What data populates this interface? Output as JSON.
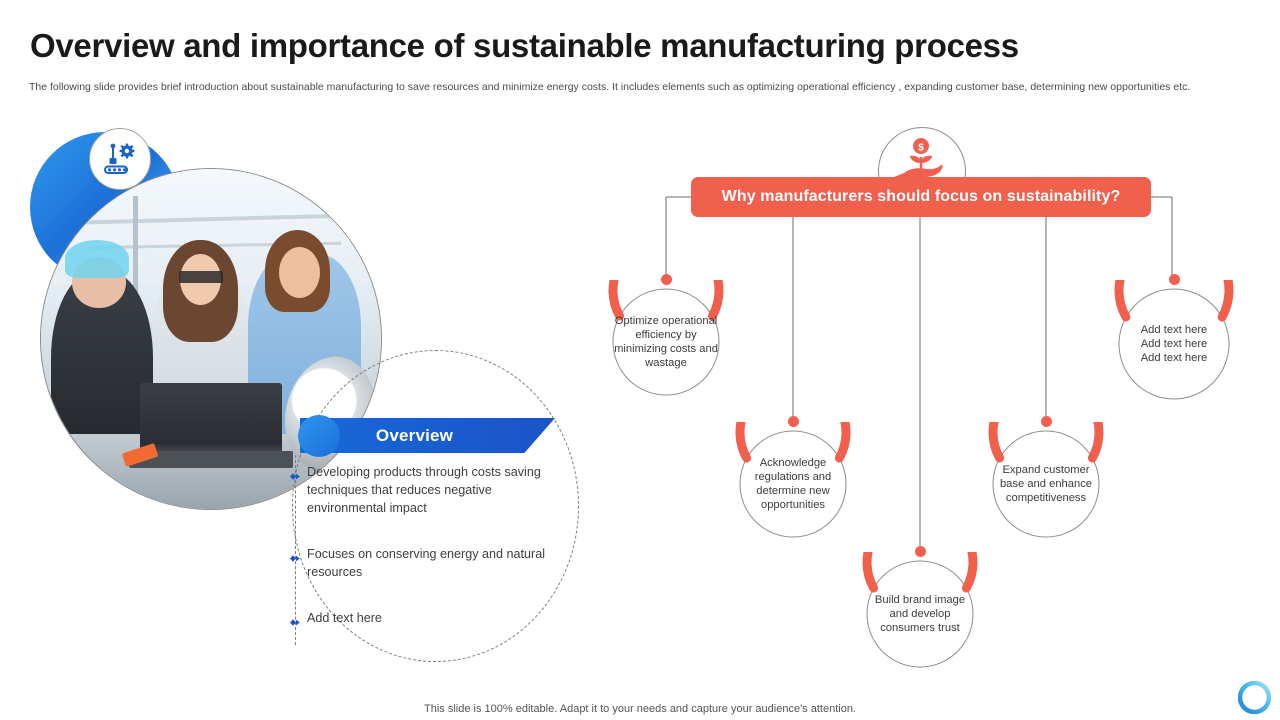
{
  "header": {
    "title": "Overview and importance of sustainable manufacturing process",
    "subtitle": "The following slide provides brief introduction about sustainable manufacturing to save resources and minimize energy costs. It includes elements such as optimizing operational efficiency , expanding customer base, determining new opportunities etc."
  },
  "left_panel": {
    "badge_icon": "robotic-arm-gear-icon",
    "photo_alt": "engineers-reviewing-laptop-in-factory",
    "overview": {
      "heading": "Overview",
      "items": [
        "Developing products through costs saving techniques that reduces negative environmental impact",
        "Focuses on conserving energy and natural resources",
        "Add text here"
      ]
    }
  },
  "diagram": {
    "top_icon": "hand-holding-plant-coin-icon",
    "banner": "Why manufacturers should focus on sustainability?",
    "nodes": [
      {
        "text": "Optimize operational efficiency by minimizing costs and wastage"
      },
      {
        "text": "Acknowledge regulations and determine new opportunities"
      },
      {
        "text": "Build brand image and develop consumers trust"
      },
      {
        "text": "Expand customer base and enhance competitiveness"
      },
      {
        "text": "Add text here\nAdd text here\nAdd text here"
      }
    ]
  },
  "footer": {
    "note": "This slide is 100% editable. Adapt it to your needs and capture your audience's attention.",
    "logo": "blue-ring-logo"
  },
  "colors": {
    "accent_orange": "#f0604d",
    "accent_blue": "#1668d8",
    "light_blue": "#6fd5f5",
    "text_dark": "#3c3c3c",
    "line_gray": "#8d8d8d"
  }
}
